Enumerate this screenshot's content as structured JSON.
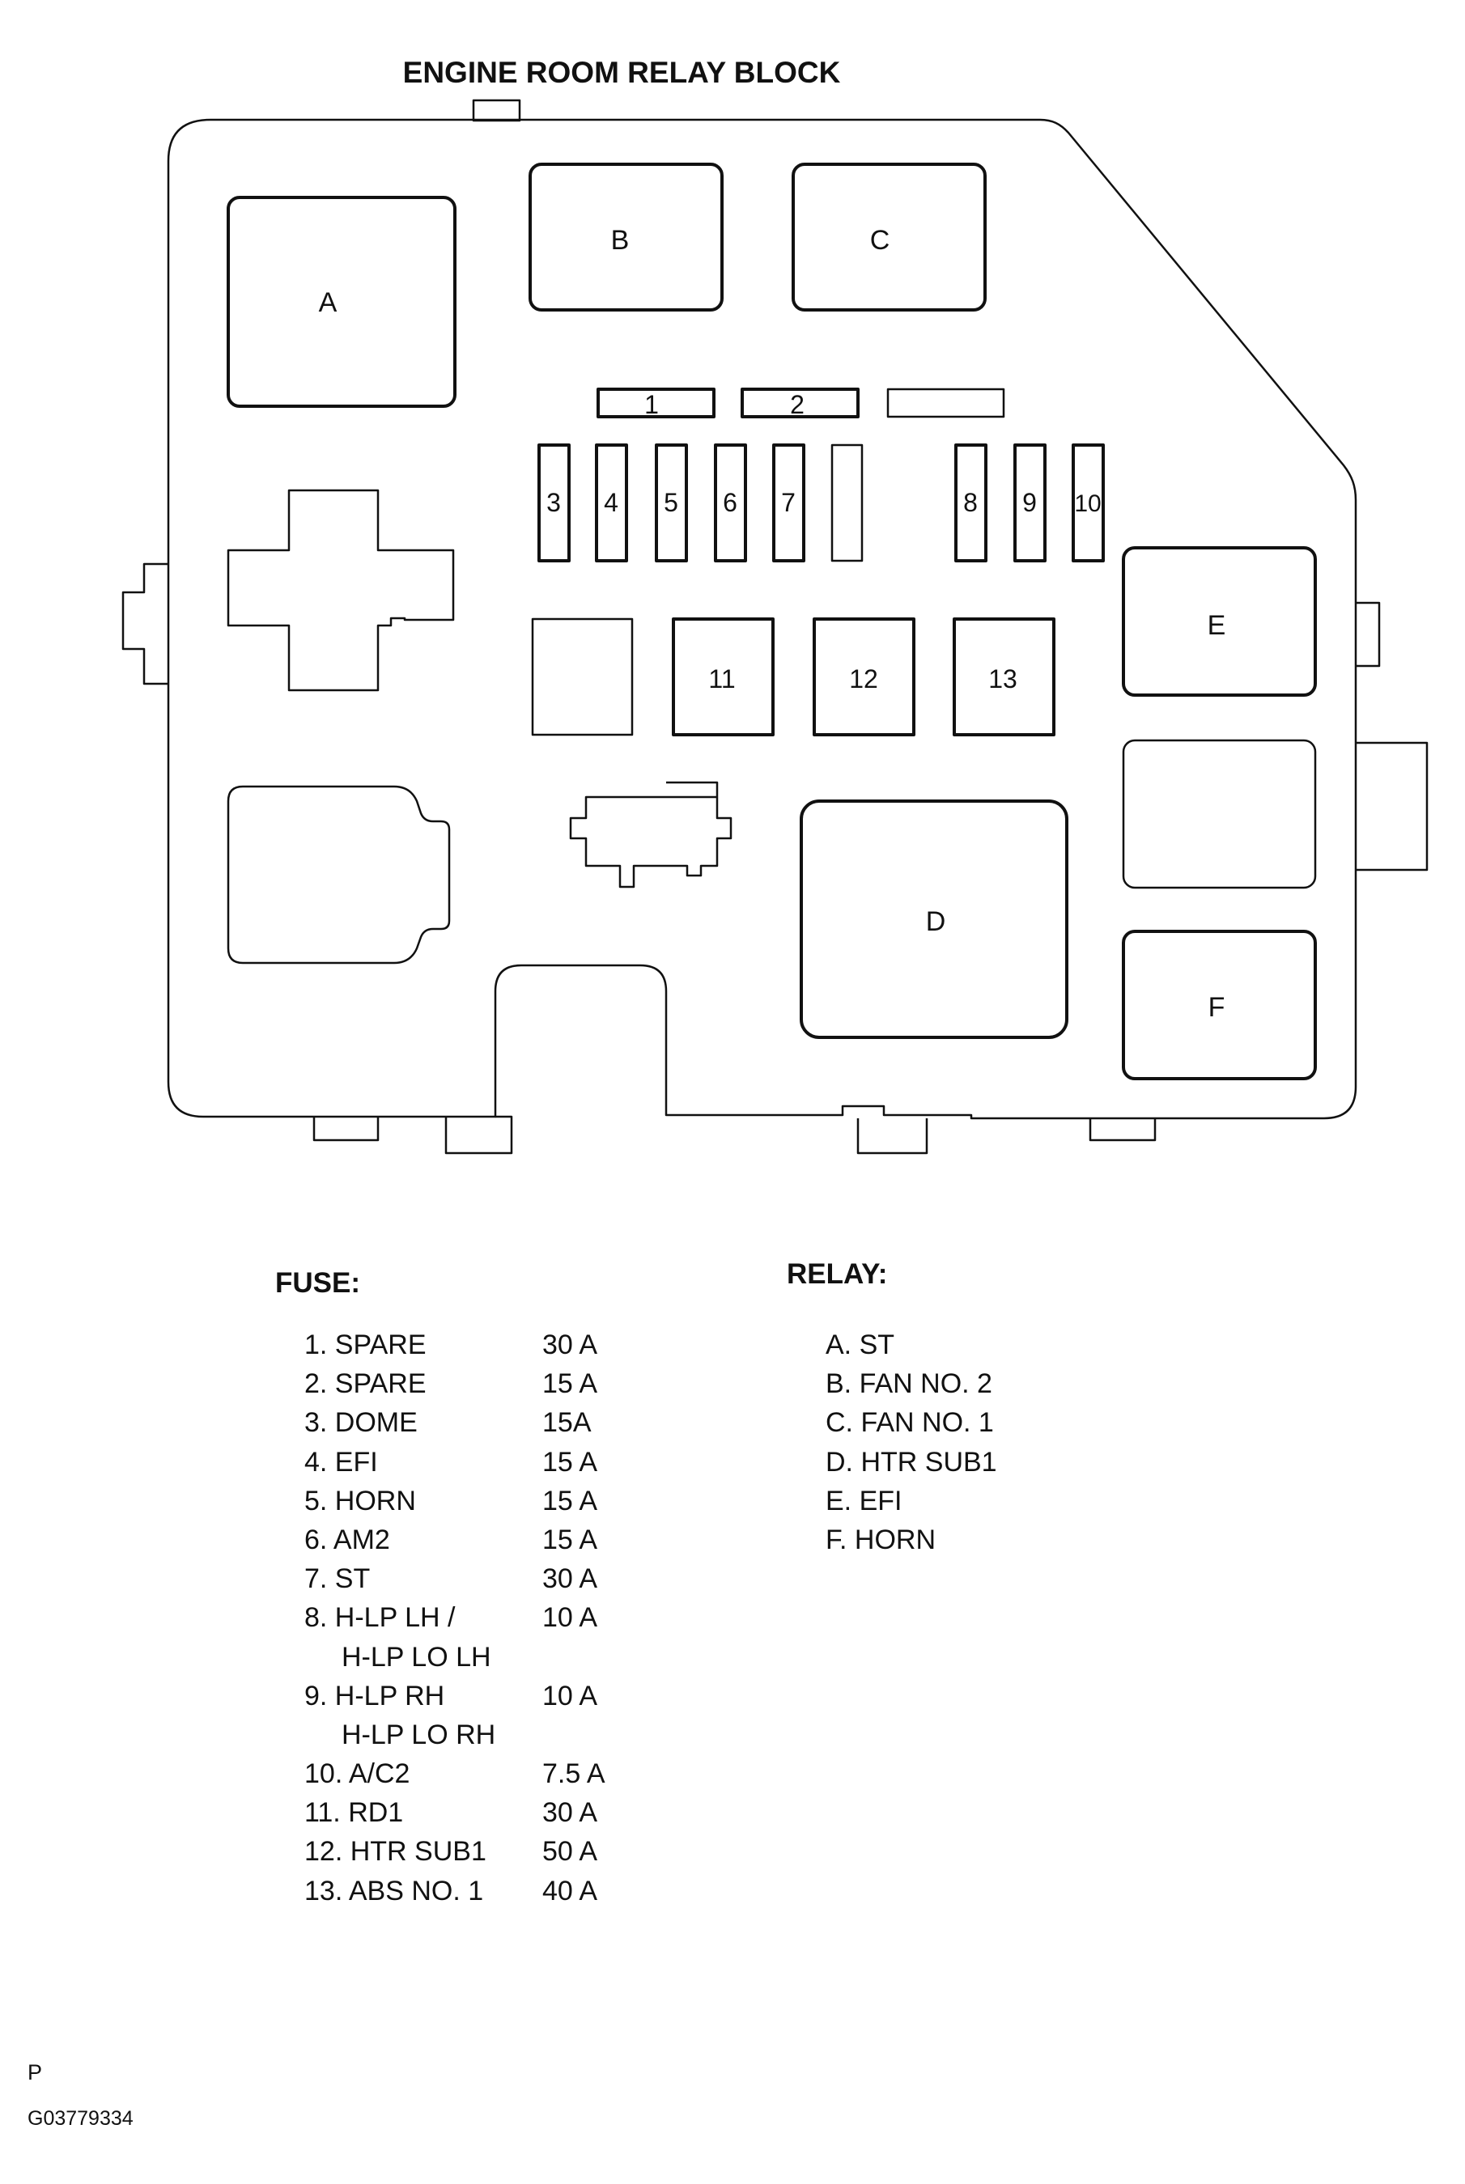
{
  "title": "ENGINE ROOM RELAY BLOCK",
  "relay_labels": {
    "A": "A",
    "B": "B",
    "C": "C",
    "D": "D",
    "E": "E",
    "F": "F"
  },
  "fuse_numbers": [
    "1",
    "2",
    "3",
    "4",
    "5",
    "6",
    "7",
    "8",
    "9",
    "10",
    "11",
    "12",
    "13"
  ],
  "fuse_legend": {
    "heading": "FUSE:",
    "rows": [
      {
        "name": "1. SPARE",
        "amp": "30 A"
      },
      {
        "name": "2. SPARE",
        "amp": "15 A"
      },
      {
        "name": "3. DOME",
        "amp": "15A"
      },
      {
        "name": "4. EFI",
        "amp": "15 A"
      },
      {
        "name": "5. HORN",
        "amp": "15 A"
      },
      {
        "name": "6. AM2",
        "amp": "15 A"
      },
      {
        "name": "7. ST",
        "amp": "30 A"
      },
      {
        "name": "8. H-LP LH /",
        "amp": "10 A"
      },
      {
        "name": "H-LP LO LH",
        "amp": ""
      },
      {
        "name": "9. H-LP RH",
        "amp": "10 A"
      },
      {
        "name": "H-LP LO RH",
        "amp": ""
      },
      {
        "name": "10. A/C2",
        "amp": "7.5 A"
      },
      {
        "name": "11. RD1",
        "amp": "30 A"
      },
      {
        "name": "12. HTR SUB1",
        "amp": "50 A"
      },
      {
        "name": "13. ABS NO. 1",
        "amp": "40 A"
      }
    ]
  },
  "relay_legend": {
    "heading": "RELAY:",
    "rows": [
      "A. ST",
      "B. FAN NO. 2",
      "C. FAN NO. 1",
      "D. HTR SUB1",
      "E. EFI",
      "F. HORN"
    ]
  },
  "footer": {
    "letter": "P",
    "code": "G03779334"
  }
}
